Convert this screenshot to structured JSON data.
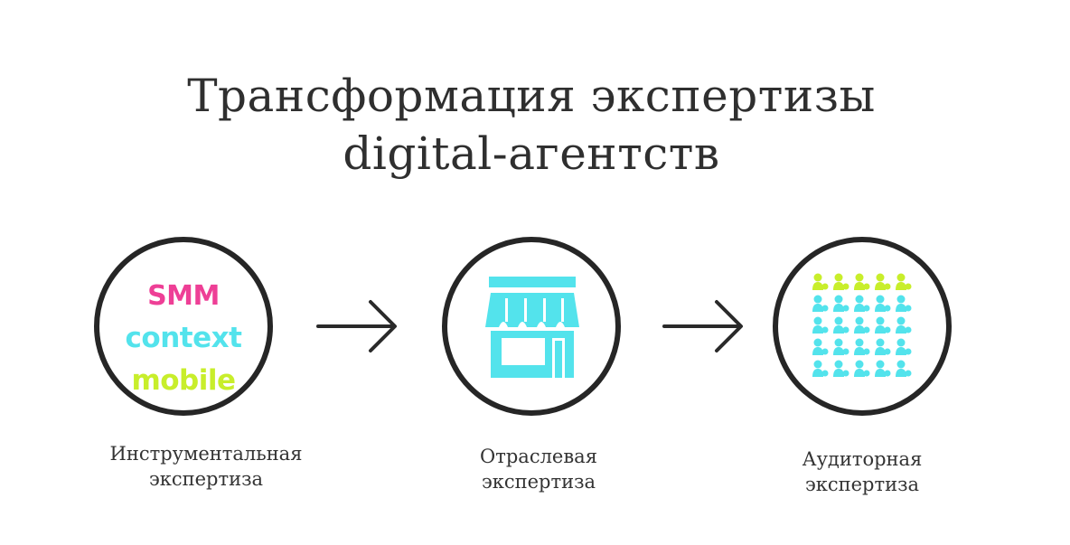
{
  "title": {
    "line1": "Трансформация экспертизы",
    "line2": "digital-агентств"
  },
  "stages": [
    {
      "icon": "channels-text-icon",
      "channels": [
        "SMM",
        "context",
        "mobile"
      ],
      "caption_line1": "Инструментальная",
      "caption_line2": "экспертиза"
    },
    {
      "icon": "storefront-icon",
      "caption_line1": "Отраслевая",
      "caption_line2": "экспертиза"
    },
    {
      "icon": "audience-grid-icon",
      "caption_line1": "Аудиторная",
      "caption_line2": "экспертиза"
    }
  ],
  "arrows": [
    "arrow-right-icon",
    "arrow-right-icon"
  ],
  "colors": {
    "text": "#2f2f2f",
    "ring": "#262626",
    "pink": "#ee3f96",
    "cyan": "#53e3ec",
    "lime": "#c8ee2b"
  }
}
